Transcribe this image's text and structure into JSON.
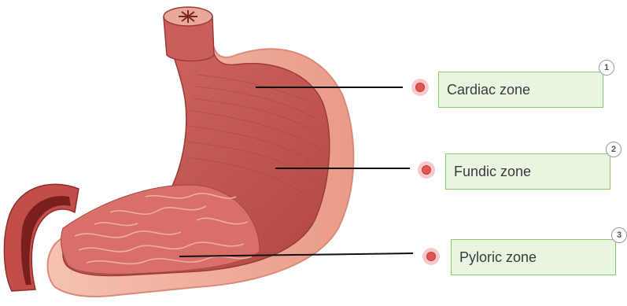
{
  "labels": [
    {
      "number": "1",
      "text": "Cardiac zone"
    },
    {
      "number": "2",
      "text": "Fundic zone"
    },
    {
      "number": "3",
      "text": "Pyloric zone"
    }
  ],
  "colors": {
    "muscle": "#c45a55",
    "muscle_dark": "#8f2f2c",
    "wall_light": "#f0b1a0",
    "mucosa": "#d9706b",
    "label_fill": "#e8f5e1",
    "label_border": "#8cc76b",
    "marker": "#e05555"
  }
}
